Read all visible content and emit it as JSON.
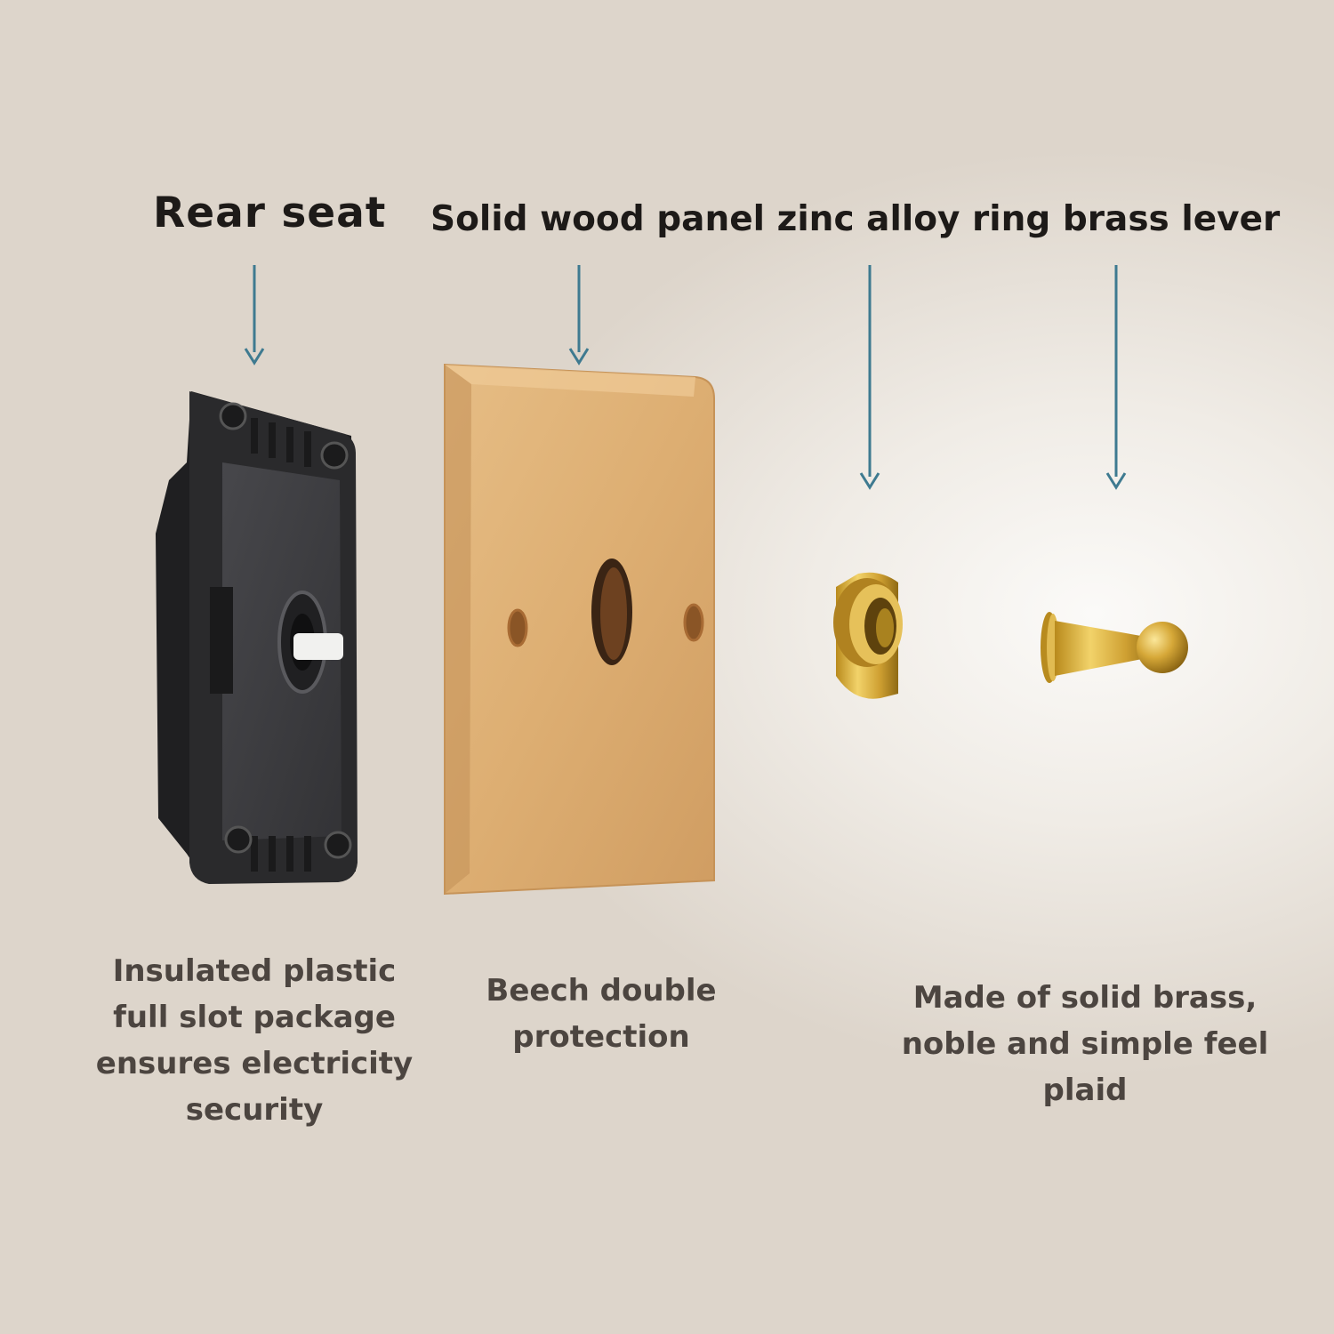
{
  "titles": {
    "rear_seat": "Rear seat",
    "parts": "Solid wood panel zinc alloy ring brass lever"
  },
  "captions": {
    "rear_seat": [
      "Insulated plastic",
      "full slot package",
      "ensures electricity",
      "security"
    ],
    "panel": [
      "Beech double",
      "protection"
    ],
    "lever": [
      "Made of solid brass,",
      "noble and simple feel",
      "plaid"
    ]
  },
  "colors": {
    "arrow": "#3e7a90",
    "wood": "#d9a86a",
    "brass": "#c89a2a",
    "rear_seat_body": "#2a2a2c"
  }
}
